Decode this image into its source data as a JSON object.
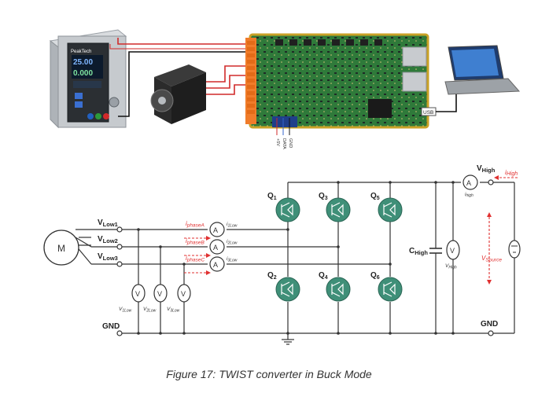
{
  "caption": "Figure 17: TWIST converter in Buck Mode",
  "psu": {
    "brand": "PeakTech",
    "volt_display": "25.00",
    "amp_display": "0.000"
  },
  "board": {
    "usb_label": "USB",
    "pins": [
      "+5V",
      "DATA",
      "GND"
    ]
  },
  "schematic": {
    "motor": "M",
    "v_low1": "V",
    "v_low1_sub": "Low1",
    "v_low2": "V",
    "v_low2_sub": "Low2",
    "v_low3": "V",
    "v_low3_sub": "Low3",
    "gnd_left": "GND",
    "gnd_right": "GND",
    "i_phaseA": "i",
    "i_phaseA_sub": "phaseA",
    "i_phaseB": "i",
    "i_phaseB_sub": "phaseB",
    "i_phaseC": "i",
    "i_phaseC_sub": "phaseC",
    "i1_low": "i",
    "i1_low_sub": "1Low",
    "i2_low": "i",
    "i2_low_sub": "2Low",
    "i3_low": "i",
    "i3_low_sub": "3Low",
    "q1": "Q",
    "q1_sub": "1",
    "q2": "Q",
    "q2_sub": "2",
    "q3": "Q",
    "q3_sub": "3",
    "q4": "Q",
    "q4_sub": "4",
    "q5": "Q",
    "q5_sub": "5",
    "q6": "Q",
    "q6_sub": "6",
    "c_high": "C",
    "c_high_sub": "High",
    "v_high": "V",
    "v_high_sub": "High",
    "i_high_red": "i",
    "i_high_red_sub": "High",
    "i_high": "i",
    "i_high_sub": "high",
    "v_high_meter": "V",
    "v_high_meter_sub": "High",
    "v1_low": "V",
    "v1_low_sub": "1Low",
    "v2_low": "V",
    "v2_low_sub": "2Low",
    "v3_low": "V",
    "v3_low_sub": "3Low",
    "v_source": "V",
    "v_source_sub": "Source",
    "ammeter_symbol": "A",
    "voltmeter_symbol": "V"
  },
  "colors": {
    "accent_red": "#e03030",
    "transistor_fill": "#3f8f78",
    "pcb_green": "#2f7a3a",
    "wire": "#333333"
  }
}
